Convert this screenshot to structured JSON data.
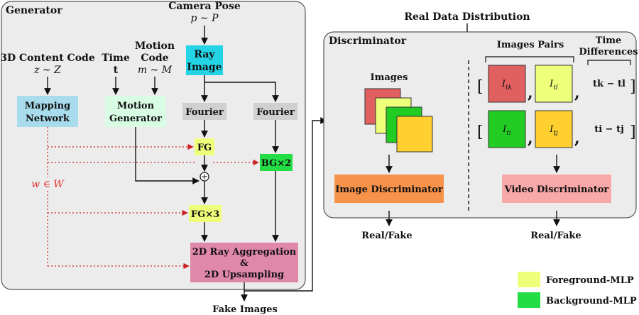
{
  "generator": {
    "title": "Generator",
    "camera_pose": "Camera Pose",
    "camera_pose_math": "p ∼ P",
    "content_code": "3D Content Code",
    "content_code_math": "z ∼ Z",
    "time": "Time",
    "time_math": "t",
    "motion_code_1": "Motion",
    "motion_code_2": "Code",
    "motion_code_math": "m ∼ M",
    "mapping_network_1": "Mapping",
    "mapping_network_2": "Network",
    "motion_generator_1": "Motion",
    "motion_generator_2": "Generator",
    "ray_image_1": "Ray",
    "ray_image_2": "Image",
    "fourier_left": "Fourier",
    "fourier_right": "Fourier",
    "fg": "FG",
    "bg": "BG×2",
    "fg3": "FG×3",
    "plus": "+",
    "w_label": "w ∈ W",
    "aggregation_1": "2D Ray Aggregation",
    "aggregation_2": "&",
    "aggregation_3": "2D Upsampling",
    "fake_images": "Fake Images"
  },
  "discriminator": {
    "title": "Discriminator",
    "real_data": "Real Data Distribution",
    "images": "Images",
    "image_pairs": "Images Pairs",
    "time_diff_1": "Time",
    "time_diff_2": "Differences",
    "image_disc": "Image Discriminator",
    "video_disc": "Video Discriminator",
    "real_fake_left": "Real/Fake",
    "real_fake_right": "Real/Fake",
    "pair1_a": "I",
    "pair1_a_sub": "tk",
    "pair1_b": "I",
    "pair1_b_sub": "tl",
    "pair2_a": "I",
    "pair2_a_sub": "ti",
    "pair2_b": "I",
    "pair2_b_sub": "tj",
    "diff1": "tk − tl",
    "diff2": "ti − tj"
  },
  "legend": {
    "foreground": "Foreground-MLP",
    "background": "Background-MLP",
    "foreground_color": "#eeff7a",
    "background_color": "#22dd44"
  },
  "colors": {
    "panel_bg": "#ececec",
    "ray_image": "#22d4e6",
    "mapping": "#a8dcec",
    "motion_gen": "#d8fde4",
    "fourier": "#d0d0d0",
    "aggregation": "#e088aa",
    "image_disc": "#f7924a",
    "video_disc": "#f8a8a8",
    "red_square": "#e06060",
    "yellow_square": "#eeff7a",
    "green_square": "#22cc22",
    "gold_square": "#ffd030",
    "dotted_red": "#cc2222"
  }
}
